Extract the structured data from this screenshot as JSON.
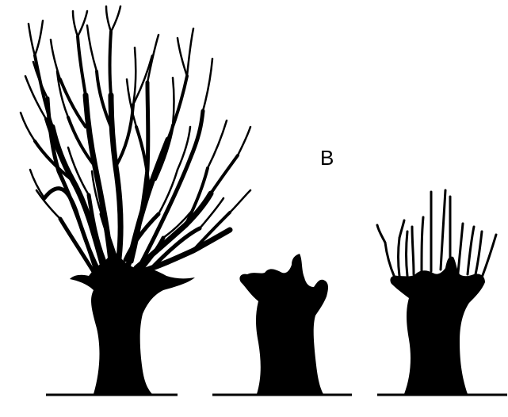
{
  "figure": {
    "label": "B",
    "ink_color": "#000000",
    "background_color": "#ffffff",
    "trees": [
      {
        "name": "pollard-overgrown",
        "state": "long branches"
      },
      {
        "name": "pollard-cut",
        "state": "stump"
      },
      {
        "name": "pollard-regrowth",
        "state": "young shoots"
      }
    ]
  }
}
